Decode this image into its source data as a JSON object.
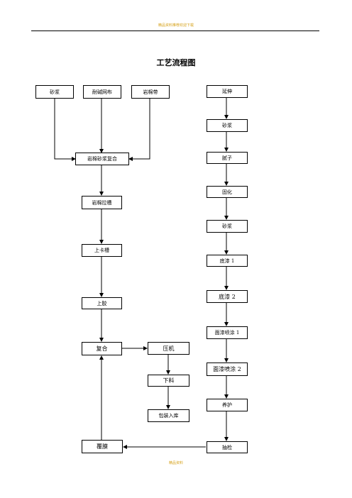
{
  "page": {
    "header_note": "精品资料推荐欢迎下载",
    "footer_note": "精品资料",
    "title": "工艺流程图"
  },
  "boxes": {
    "mortar_left": "砂浆",
    "mesh": "耐碱网布",
    "rockwool_strip": "岩棉带",
    "composite_main": "岩棉砂浆复合",
    "slotting": "岩棉拉槽",
    "card_slot": "上卡槽",
    "glue": "上胶",
    "composite": "复合",
    "press": "压机",
    "unload": "下料",
    "pack_store": "包装入库",
    "film": "覆膜",
    "extend": "延伸",
    "sand": "砂浆",
    "putty": "腻子",
    "cure1": "固化",
    "mortar_right": "砂浆",
    "primer1": "底漆 1",
    "primer2": "底漆 2",
    "topcoat1": "面漆喷涂 1",
    "topcoat2": "面漆喷涂 2",
    "cure2": "养护",
    "inspect": "抽检"
  }
}
